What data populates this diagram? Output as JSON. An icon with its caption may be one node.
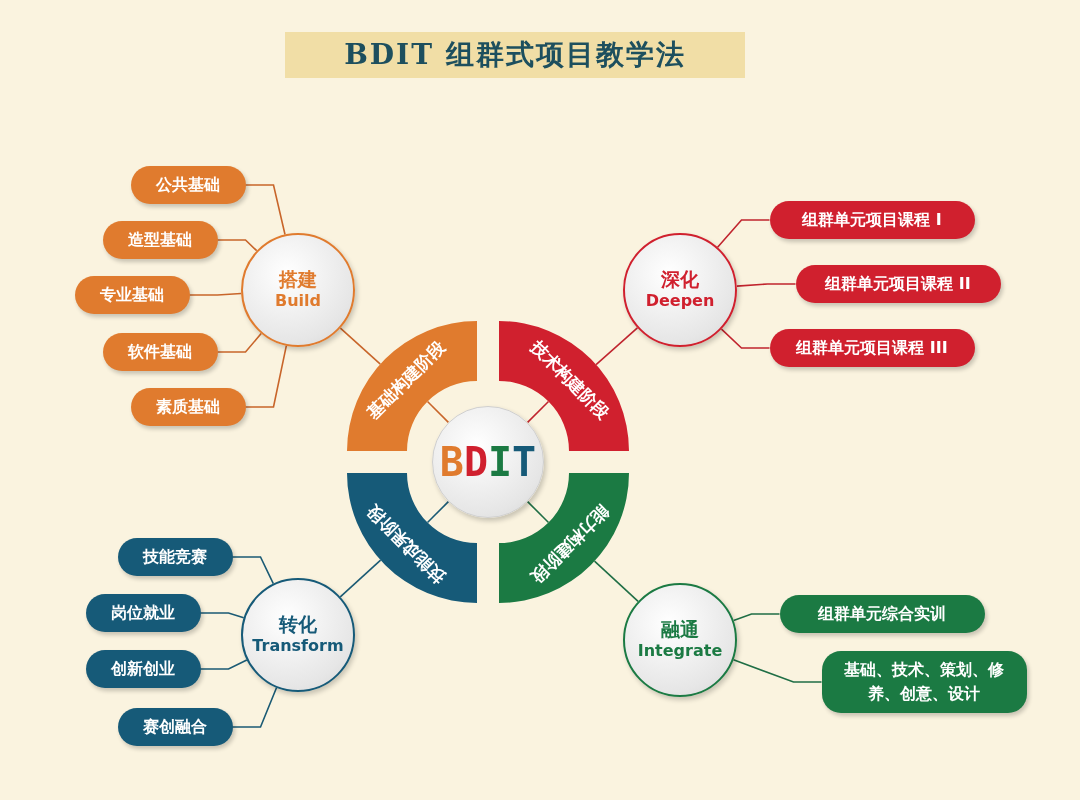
{
  "diagram": {
    "title": "BDIT 组群式项目教学法",
    "nodes": [
      {
        "text": [
          "BDIT"
        ]
      },
      {
        "text": [
          "基础构建阶段"
        ]
      },
      {
        "text": [
          "技术构建阶段"
        ]
      },
      {
        "text": [
          "技能成果阶段"
        ]
      },
      {
        "text": [
          "能力构建阶段"
        ]
      },
      {
        "text": [
          "搭建",
          "Build"
        ]
      },
      {
        "text": [
          "深化",
          "Deepen"
        ]
      },
      {
        "text": [
          "转化",
          "Transform"
        ]
      },
      {
        "text": [
          "融通",
          "Integrate"
        ]
      },
      {
        "text": [
          "公共基础"
        ]
      },
      {
        "text": [
          "造型基础"
        ]
      },
      {
        "text": [
          "专业基础"
        ]
      },
      {
        "text": [
          "软件基础"
        ]
      },
      {
        "text": [
          "素质基础"
        ]
      },
      {
        "text": [
          "组群单元项目课程 I"
        ]
      },
      {
        "text": [
          "组群单元项目课程 II"
        ]
      },
      {
        "text": [
          "组群单元项目课程 III"
        ]
      },
      {
        "text": [
          "技能竞赛"
        ]
      },
      {
        "text": [
          "岗位就业"
        ]
      },
      {
        "text": [
          "创新创业"
        ]
      },
      {
        "text": [
          "赛创融合"
        ]
      },
      {
        "text": [
          "组群单元综合实训"
        ]
      },
      {
        "text": [
          "基础、技术、策划、修养、创意、设计"
        ]
      }
    ],
    "edges": [
      {
        "from": 0,
        "to": 1,
        "arrow": "none",
        "color": "#c8652a"
      },
      {
        "from": 0,
        "to": 2,
        "arrow": "none",
        "color": "#c0242e"
      },
      {
        "from": 0,
        "to": 3,
        "arrow": "none",
        "color": "#1a5a74"
      },
      {
        "from": 0,
        "to": 4,
        "arrow": "none",
        "color": "#1f6e45"
      },
      {
        "from": 1,
        "to": 5,
        "arrow": "none",
        "color": "#c8652a"
      },
      {
        "from": 2,
        "to": 6,
        "arrow": "none",
        "color": "#c0242e"
      },
      {
        "from": 3,
        "to": 7,
        "arrow": "none",
        "color": "#1a5a74"
      },
      {
        "from": 4,
        "to": 8,
        "arrow": "none",
        "color": "#1f6e45"
      },
      {
        "from": 5,
        "to": 9,
        "arrow": "none",
        "color": "#c8652a"
      },
      {
        "from": 5,
        "to": 10,
        "arrow": "none",
        "color": "#c8652a"
      },
      {
        "from": 5,
        "to": 11,
        "arrow": "none",
        "color": "#c8652a"
      },
      {
        "from": 5,
        "to": 12,
        "arrow": "none",
        "color": "#c8652a"
      },
      {
        "from": 5,
        "to": 13,
        "arrow": "none",
        "color": "#c8652a"
      },
      {
        "from": 6,
        "to": 14,
        "arrow": "none",
        "color": "#c0242e"
      },
      {
        "from": 6,
        "to": 15,
        "arrow": "none",
        "color": "#c0242e"
      },
      {
        "from": 6,
        "to": 16,
        "arrow": "none",
        "color": "#c0242e"
      },
      {
        "from": 7,
        "to": 17,
        "arrow": "none",
        "color": "#1a5a74"
      },
      {
        "from": 7,
        "to": 18,
        "arrow": "none",
        "color": "#1a5a74"
      },
      {
        "from": 7,
        "to": 19,
        "arrow": "none",
        "color": "#1a5a74"
      },
      {
        "from": 7,
        "to": 20,
        "arrow": "none",
        "color": "#1a5a74"
      },
      {
        "from": 8,
        "to": 21,
        "arrow": "none",
        "color": "#1f6e45"
      },
      {
        "from": 8,
        "to": 22,
        "arrow": "none",
        "color": "#1f6e45"
      }
    ]
  }
}
